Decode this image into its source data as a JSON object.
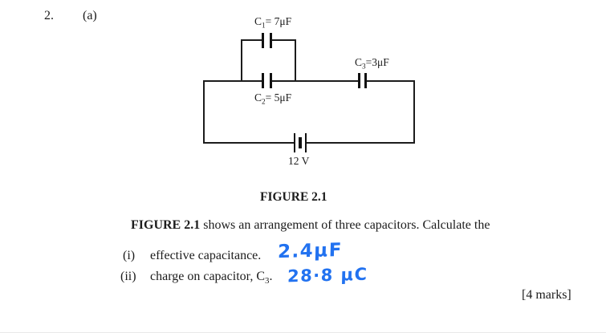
{
  "question": {
    "number": "2.",
    "part": "(a)",
    "marks": "[4 marks]"
  },
  "figure": {
    "caption": "FIGURE 2.1",
    "battery": {
      "label": "12 V"
    },
    "capacitors": {
      "c1": {
        "base": "C",
        "sub": "1",
        "rest": "= 7μF"
      },
      "c2": {
        "base": "C",
        "sub": "2",
        "rest": "= 5μF"
      },
      "c3": {
        "base": "C",
        "sub": "3",
        "rest": "=3μF"
      }
    }
  },
  "body": {
    "intro_bold": "FIGURE 2.1",
    "intro_rest": " shows an arrangement of three capacitors. Calculate the",
    "item1": {
      "num": "(i)",
      "text": "effective capacitance.",
      "answer": "2.4μF"
    },
    "item2": {
      "num": "(ii)",
      "pre": "charge on capacitor, C",
      "sub": "3",
      "post": ".",
      "answer": "28·8 μC"
    }
  },
  "colors": {
    "ink_blue": "#2272f0",
    "wire_black": "#1c1c1c"
  }
}
